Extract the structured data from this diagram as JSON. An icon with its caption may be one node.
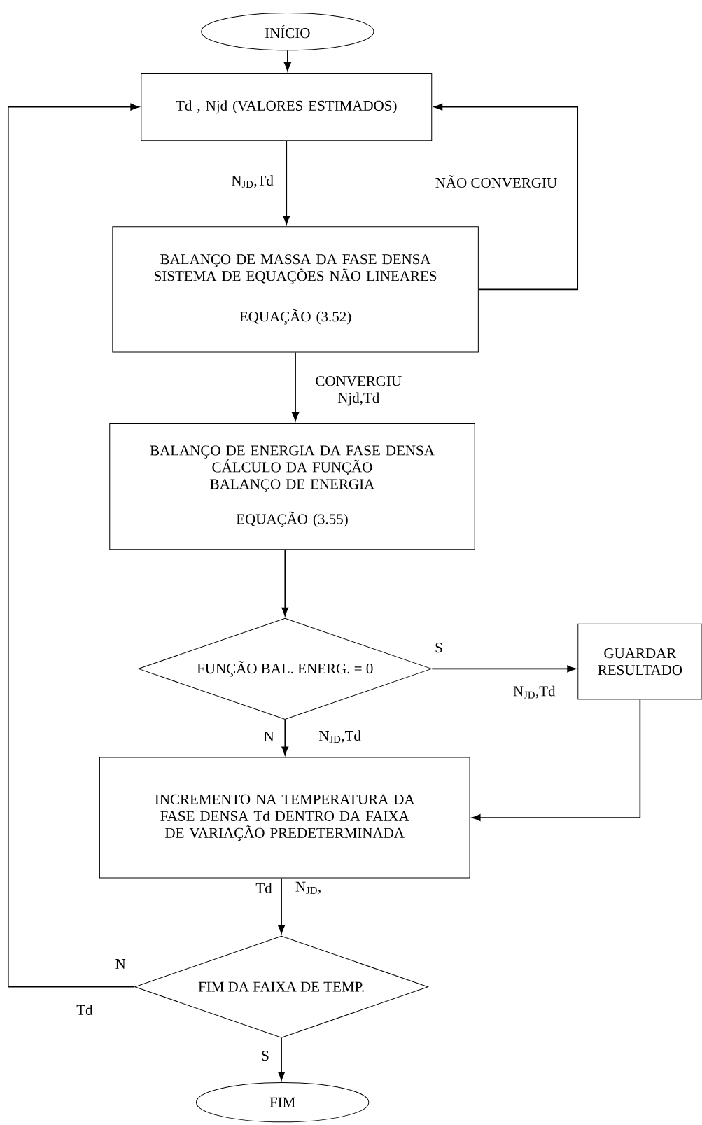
{
  "diagram": {
    "nodes": [
      {
        "text": [
          "INÍCIO"
        ]
      },
      {
        "text": [
          "Td , Njd (VALORES ESTIMADOS)"
        ]
      },
      {
        "text": [
          "BALANÇO DE MASSA DA FASE DENSA",
          "SISTEMA DE EQUAÇÕES NÃO LINEARES",
          "EQUAÇÃO  (3.52)"
        ]
      },
      {
        "text": [
          "BALANÇO DE ENERGIA DA FASE DENSA",
          "CÁLCULO DA FUNÇÃO BALANÇO DE ENERGIA",
          "EQUAÇÃO (3.55)"
        ]
      },
      {
        "text": [
          "FUNÇÃO BAL. ENERG. = 0"
        ]
      },
      {
        "text": [
          "GUARDAR RESULTADO"
        ]
      },
      {
        "text": [
          "INCREMENTO NA TEMPERATURA DA FASE DENSA Td  DENTRO DA FAIXA DE VARIAÇÃO PREDETERMINADA"
        ]
      },
      {
        "text": [
          "FIM DA FAIXA DE TEMP."
        ]
      },
      {
        "text": [
          "FIM"
        ]
      }
    ],
    "edges": [
      {
        "from": 0,
        "to": 1,
        "arrow": "to"
      },
      {
        "from": 1,
        "to": 2,
        "arrow": "to",
        "label": "N$_{JD}$,Td"
      },
      {
        "from": 2,
        "to": 1,
        "arrow": "to",
        "label": "NÃO CONVERGIU"
      },
      {
        "from": 2,
        "to": 3,
        "arrow": "to",
        "label": "CONVERGIU Njd,Td"
      },
      {
        "from": 3,
        "to": 4,
        "arrow": "to"
      },
      {
        "from": 4,
        "to": 5,
        "arrow": "to",
        "label": "S"
      },
      {
        "from": 5,
        "to": 6,
        "arrow": "to"
      },
      {
        "from": 4,
        "to": 6,
        "arrow": "to",
        "label": "N"
      },
      {
        "from": 6,
        "to": 7,
        "arrow": "to",
        "label": "Td"
      },
      {
        "from": 7,
        "to": 1,
        "arrow": "to",
        "label": "N"
      },
      {
        "from": 7,
        "to": 8,
        "arrow": "to",
        "label": "S"
      }
    ],
    "labels": [
      "N$_{JD}$,Td",
      "N$_{JD}$,Td",
      "N$_{JD}$,",
      "Td"
    ]
  }
}
